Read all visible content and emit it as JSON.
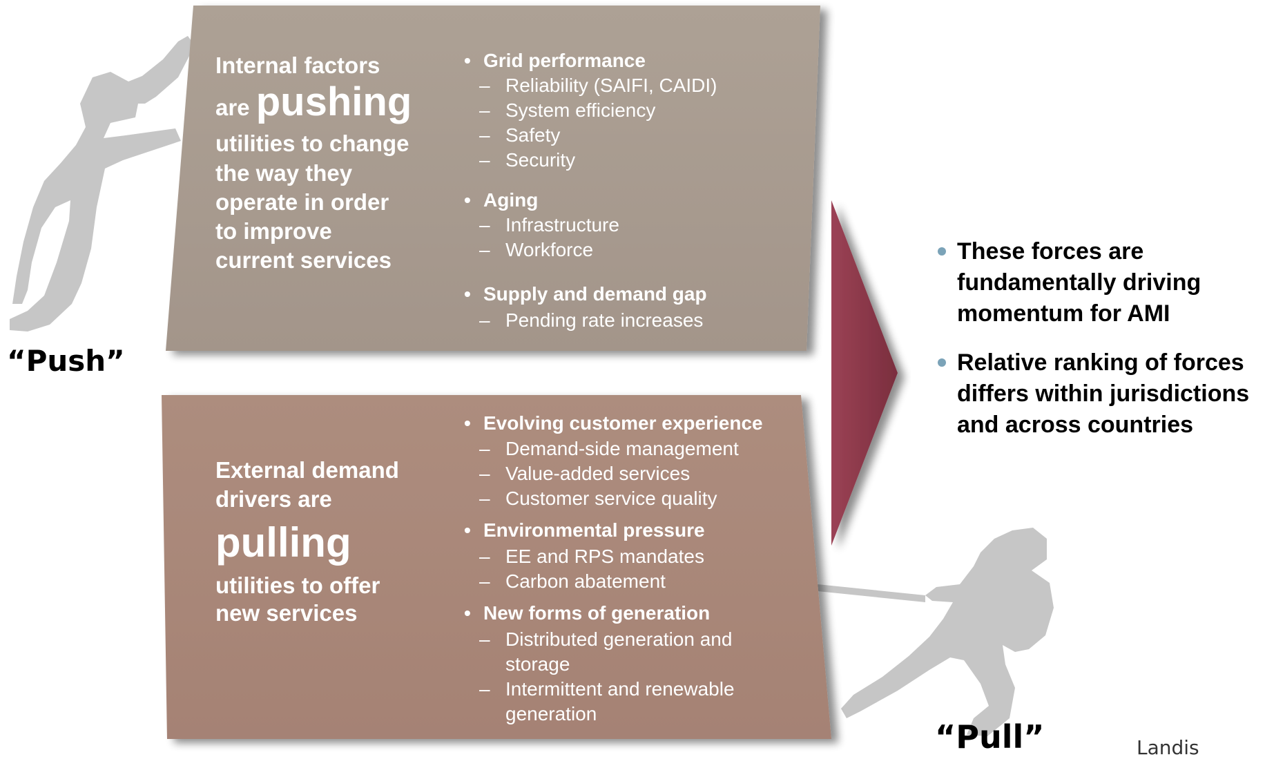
{
  "push_panel": {
    "headline_lines": [
      "Internal factors"
    ],
    "are_prefix": "are",
    "emphasis": "pushing",
    "headline_rest": [
      "utilities to change",
      "the way they",
      "operate in order",
      "to improve",
      "current services"
    ],
    "groups": [
      {
        "title": "Grid performance",
        "items": [
          "Reliability (SAIFI, CAIDI)",
          "System efficiency",
          "Safety",
          "Security"
        ]
      },
      {
        "title": "Aging",
        "items": [
          "Infrastructure",
          "Workforce"
        ]
      },
      {
        "title": "Supply and demand gap",
        "items": [
          "Pending rate increases"
        ]
      }
    ]
  },
  "pull_panel": {
    "headline_lines": [
      "External demand",
      "drivers are"
    ],
    "emphasis": "pulling",
    "headline_rest": [
      "utilities to offer",
      "new services"
    ],
    "groups": [
      {
        "title": "Evolving customer experience",
        "items": [
          "Demand-side management",
          "Value-added services",
          "Customer service quality"
        ]
      },
      {
        "title": "Environmental pressure",
        "items": [
          "EE and RPS mandates",
          "Carbon abatement"
        ]
      },
      {
        "title": "New forms of generation",
        "items": [
          "Distributed generation and storage",
          "Intermittent and renewable generation"
        ]
      }
    ]
  },
  "conclusions": [
    "These forces are fundamentally driving momentum for AMI",
    "Relative ranking of forces differs within jurisdictions and across countries"
  ],
  "labels": {
    "push": "“Push”",
    "pull": "“Pull”"
  },
  "logo_text": "Landis",
  "colors": {
    "push_panel": "#a89a8e",
    "pull_panel": "#a88778",
    "arrow": "#8a3848",
    "figure": "#c4c4c4",
    "bullet_dot": "#7ba3b8"
  },
  "icons": [
    "pushing-person-figure",
    "pulling-person-figure",
    "chevron-arrow"
  ]
}
